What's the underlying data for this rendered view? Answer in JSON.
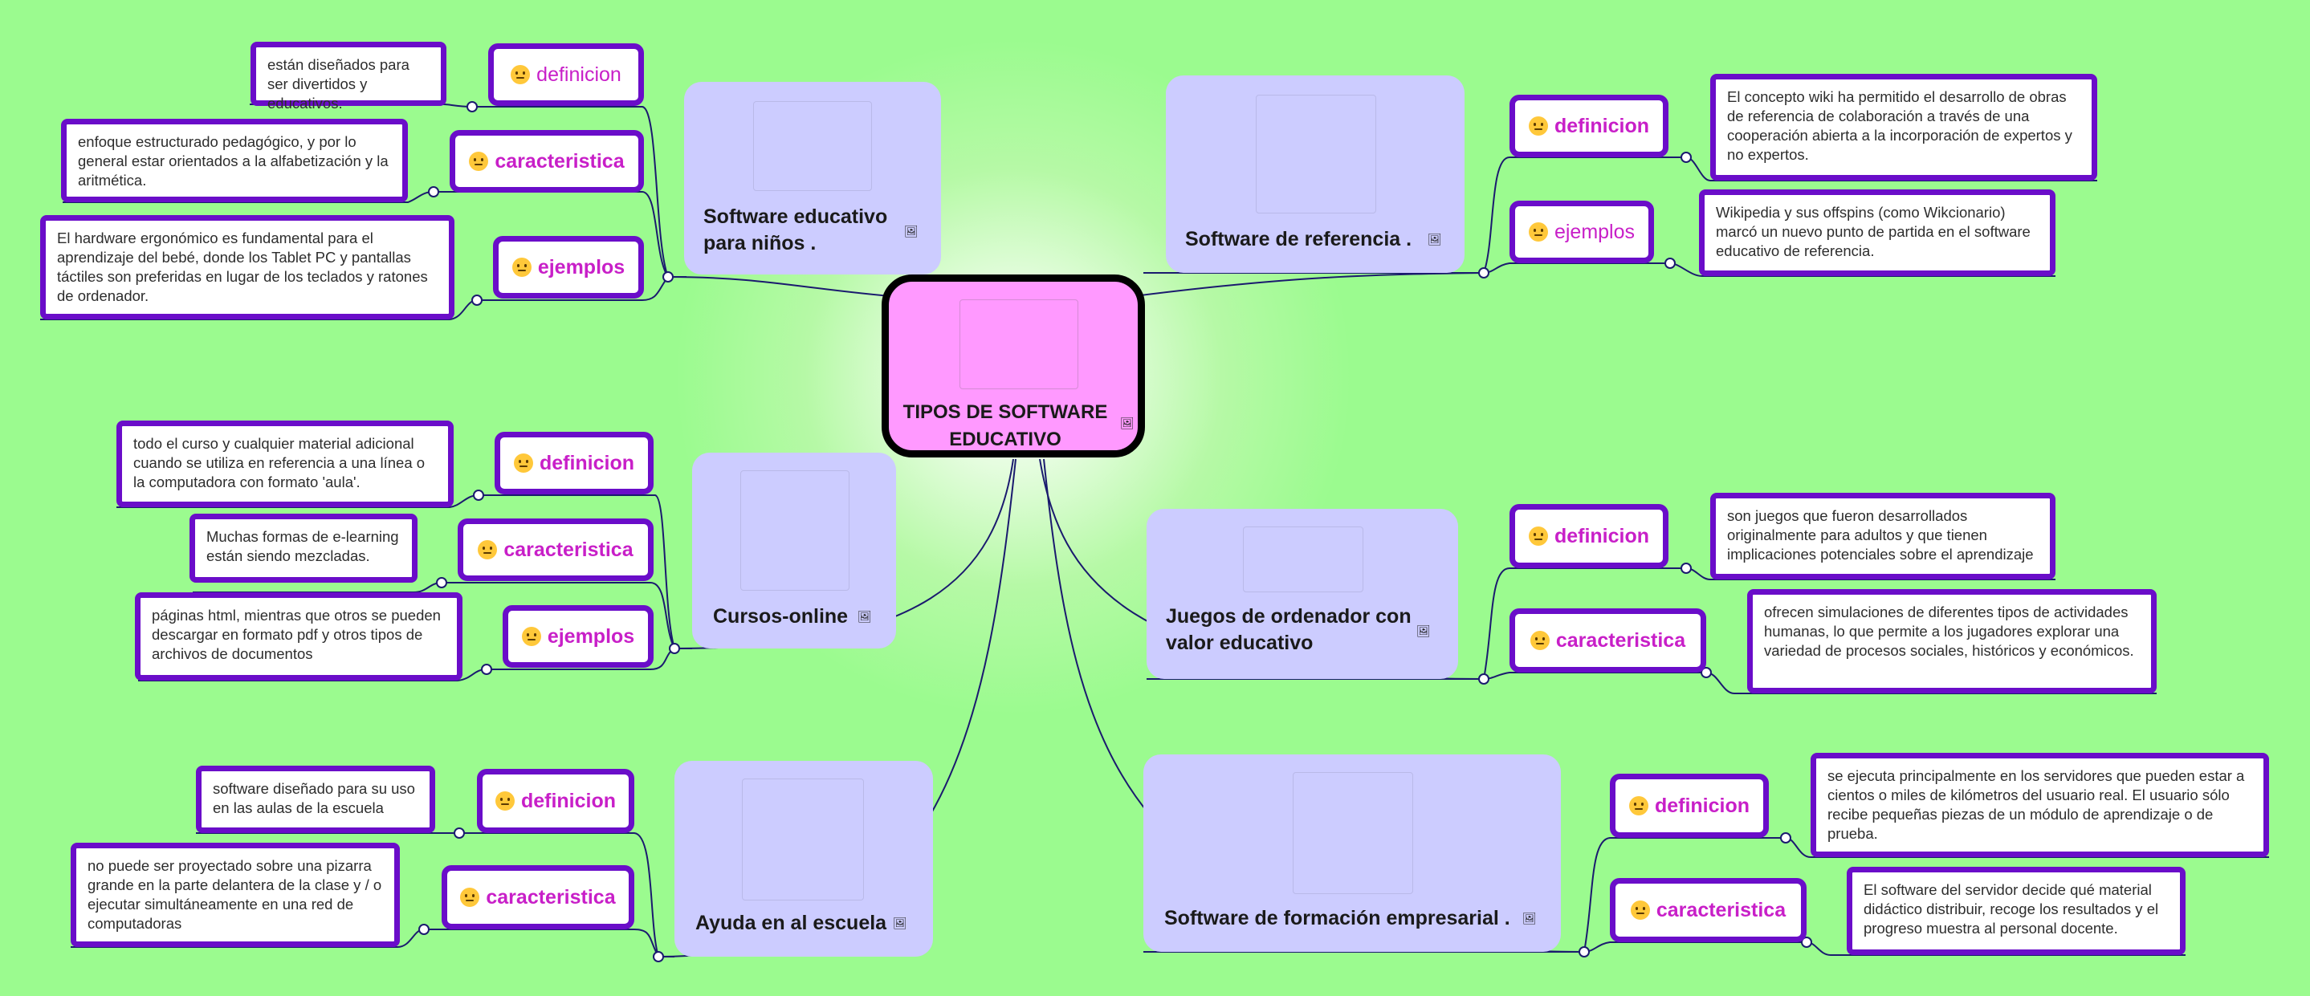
{
  "central": {
    "title": "TIPOS DE SOFTWARE EDUCATIVO",
    "icon": "image-icon"
  },
  "topics": [
    {
      "label": "Software educativo para niños .",
      "icon": "image-icon",
      "children": [
        {
          "tag": "definicion",
          "note": "están diseñados para ser divertidos y educativos."
        },
        {
          "tag": "caracteristica",
          "note": "enfoque estructurado pedagógico, y por lo general estar orientados a la alfabetización y la aritmética."
        },
        {
          "tag": "ejemplos",
          "note": "El hardware ergonómico es fundamental para el aprendizaje del bebé, donde los Tablet PC y pantallas táctiles son preferidas en lugar de los teclados y ratones de ordenador."
        }
      ]
    },
    {
      "label": "Software de referencia .",
      "icon": "image-icon",
      "children": [
        {
          "tag": "definicion",
          "note": "El concepto wiki ha permitido el desarrollo de obras de referencia de colaboración a través de una cooperación abierta a la incorporación de expertos y no expertos."
        },
        {
          "tag": "ejemplos",
          "note": "Wikipedia y sus offspins (como Wikcionario) marcó un nuevo punto de partida en el software educativo de referencia."
        }
      ]
    },
    {
      "label": "Cursos-online",
      "icon": "image-icon",
      "children": [
        {
          "tag": "definicion",
          "note": "todo el curso y cualquier material adicional cuando se utiliza en referencia a una línea o la computadora con formato 'aula'."
        },
        {
          "tag": "caracteristica",
          "note": "Muchas formas de e-learning están siendo mezcladas."
        },
        {
          "tag": "ejemplos",
          "note": "páginas html, mientras que otros se pueden descargar en formato pdf y otros tipos de archivos de documentos"
        }
      ]
    },
    {
      "label": "Juegos de ordenador con valor educativo",
      "icon": "image-icon",
      "children": [
        {
          "tag": "definicion",
          "note": "son juegos que fueron desarrollados originalmente para adultos y que tienen implicaciones potenciales sobre el aprendizaje"
        },
        {
          "tag": "caracteristica",
          "note": "ofrecen simulaciones de diferentes tipos de actividades humanas, lo que permite a los jugadores explorar una variedad de procesos sociales, históricos y económicos."
        }
      ]
    },
    {
      "label": "Ayuda en al escuela",
      "icon": "image-icon",
      "children": [
        {
          "tag": "definicion",
          "note": "software diseñado para su uso en las aulas de la escuela"
        },
        {
          "tag": "caracteristica",
          "note": "no puede ser proyectado sobre una pizarra grande en la parte delantera de la clase y / o ejecutar simultáneamente en una red de computadoras"
        }
      ]
    },
    {
      "label": "Software de formación empresarial .",
      "icon": "image-icon",
      "children": [
        {
          "tag": "definicion",
          "note": "se ejecuta principalmente en los servidores que pueden estar a cientos o miles de kilómetros del usuario real. El usuario sólo recibe pequeñas piezas de un módulo de aprendizaje o de prueba."
        },
        {
          "tag": "caracteristica",
          "note": "El software del servidor decide qué material didáctico distribuir, recoge los resultados y el progreso muestra al personal docente."
        }
      ]
    }
  ],
  "colors": {
    "background": "#9bfb8f",
    "central_fill": "#ff99ff",
    "topic_fill": "#ccccff",
    "border": "#6a0dc9",
    "tag_text": "#c81fc8",
    "line": "#1a1a6e"
  }
}
